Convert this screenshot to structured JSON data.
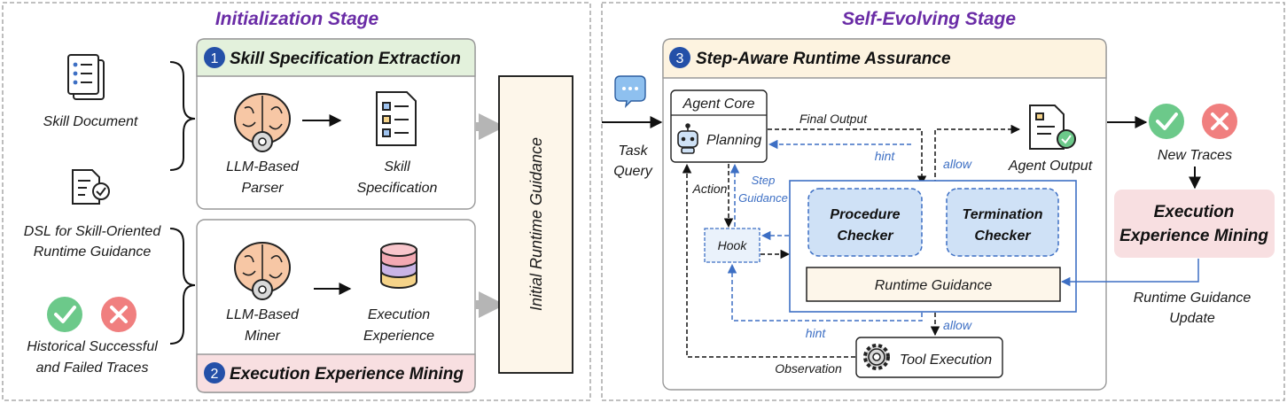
{
  "init_stage": {
    "title": "Initialization Stage",
    "inputs": {
      "skill_document": "Skill Document",
      "dsl_line1": "DSL for Skill-Oriented",
      "dsl_line2": "Runtime Guidance",
      "traces_line1": "Historical Successful",
      "traces_line2": "and Failed Traces"
    },
    "step1": {
      "number": "1",
      "title": "Skill Specification Extraction",
      "parser_line1": "LLM-Based",
      "parser_line2": "Parser",
      "spec_line1": "Skill",
      "spec_line2": "Specification"
    },
    "step2": {
      "number": "2",
      "title": "Execution Experience Mining",
      "miner_line1": "LLM-Based",
      "miner_line2": "Miner",
      "exp_line1": "Execution",
      "exp_line2": "Experience"
    },
    "initial_guidance": "Initial Runtime Guidance"
  },
  "self_evolving_stage": {
    "title": "Self-Evolving Stage",
    "task_query_line1": "Task",
    "task_query_line2": "Query",
    "step3": {
      "number": "3",
      "title": "Step-Aware Runtime Assurance",
      "agent_core": "Agent Core",
      "planning": "Planning",
      "final_output": "Final Output",
      "hint": "hint",
      "allow": "allow",
      "agent_output": "Agent Output",
      "action": "Action",
      "step_guidance_line1": "Step",
      "step_guidance_line2": "Guidance",
      "hook": "Hook",
      "procedure_checker_line1": "Procedure",
      "procedure_checker_line2": "Checker",
      "termination_checker_line1": "Termination",
      "termination_checker_line2": "Checker",
      "runtime_guidance": "Runtime Guidance",
      "observation": "Observation",
      "tool_execution": "Tool Execution"
    },
    "new_traces": "New Traces",
    "mining_line1": "Execution",
    "mining_line2": "Experience Mining",
    "update_line1": "Runtime Guidance",
    "update_line2": "Update"
  },
  "colors": {
    "stage_title": "#6a2ca6",
    "step1_header": "#e3f1dc",
    "step2_header": "#f8dfe1",
    "step3_header": "#fdf3e0",
    "accent_blue": "#3d6fc4",
    "check_green": "#6cc98a",
    "cross_red": "#f07f7f"
  },
  "icons": [
    "document-stack-icon",
    "dsl-document-icon",
    "check-icon",
    "cross-icon",
    "brain-gear-icon",
    "checklist-icon",
    "database-icon",
    "chat-bubble-icon",
    "robot-icon",
    "document-check-icon",
    "gear-icon"
  ]
}
